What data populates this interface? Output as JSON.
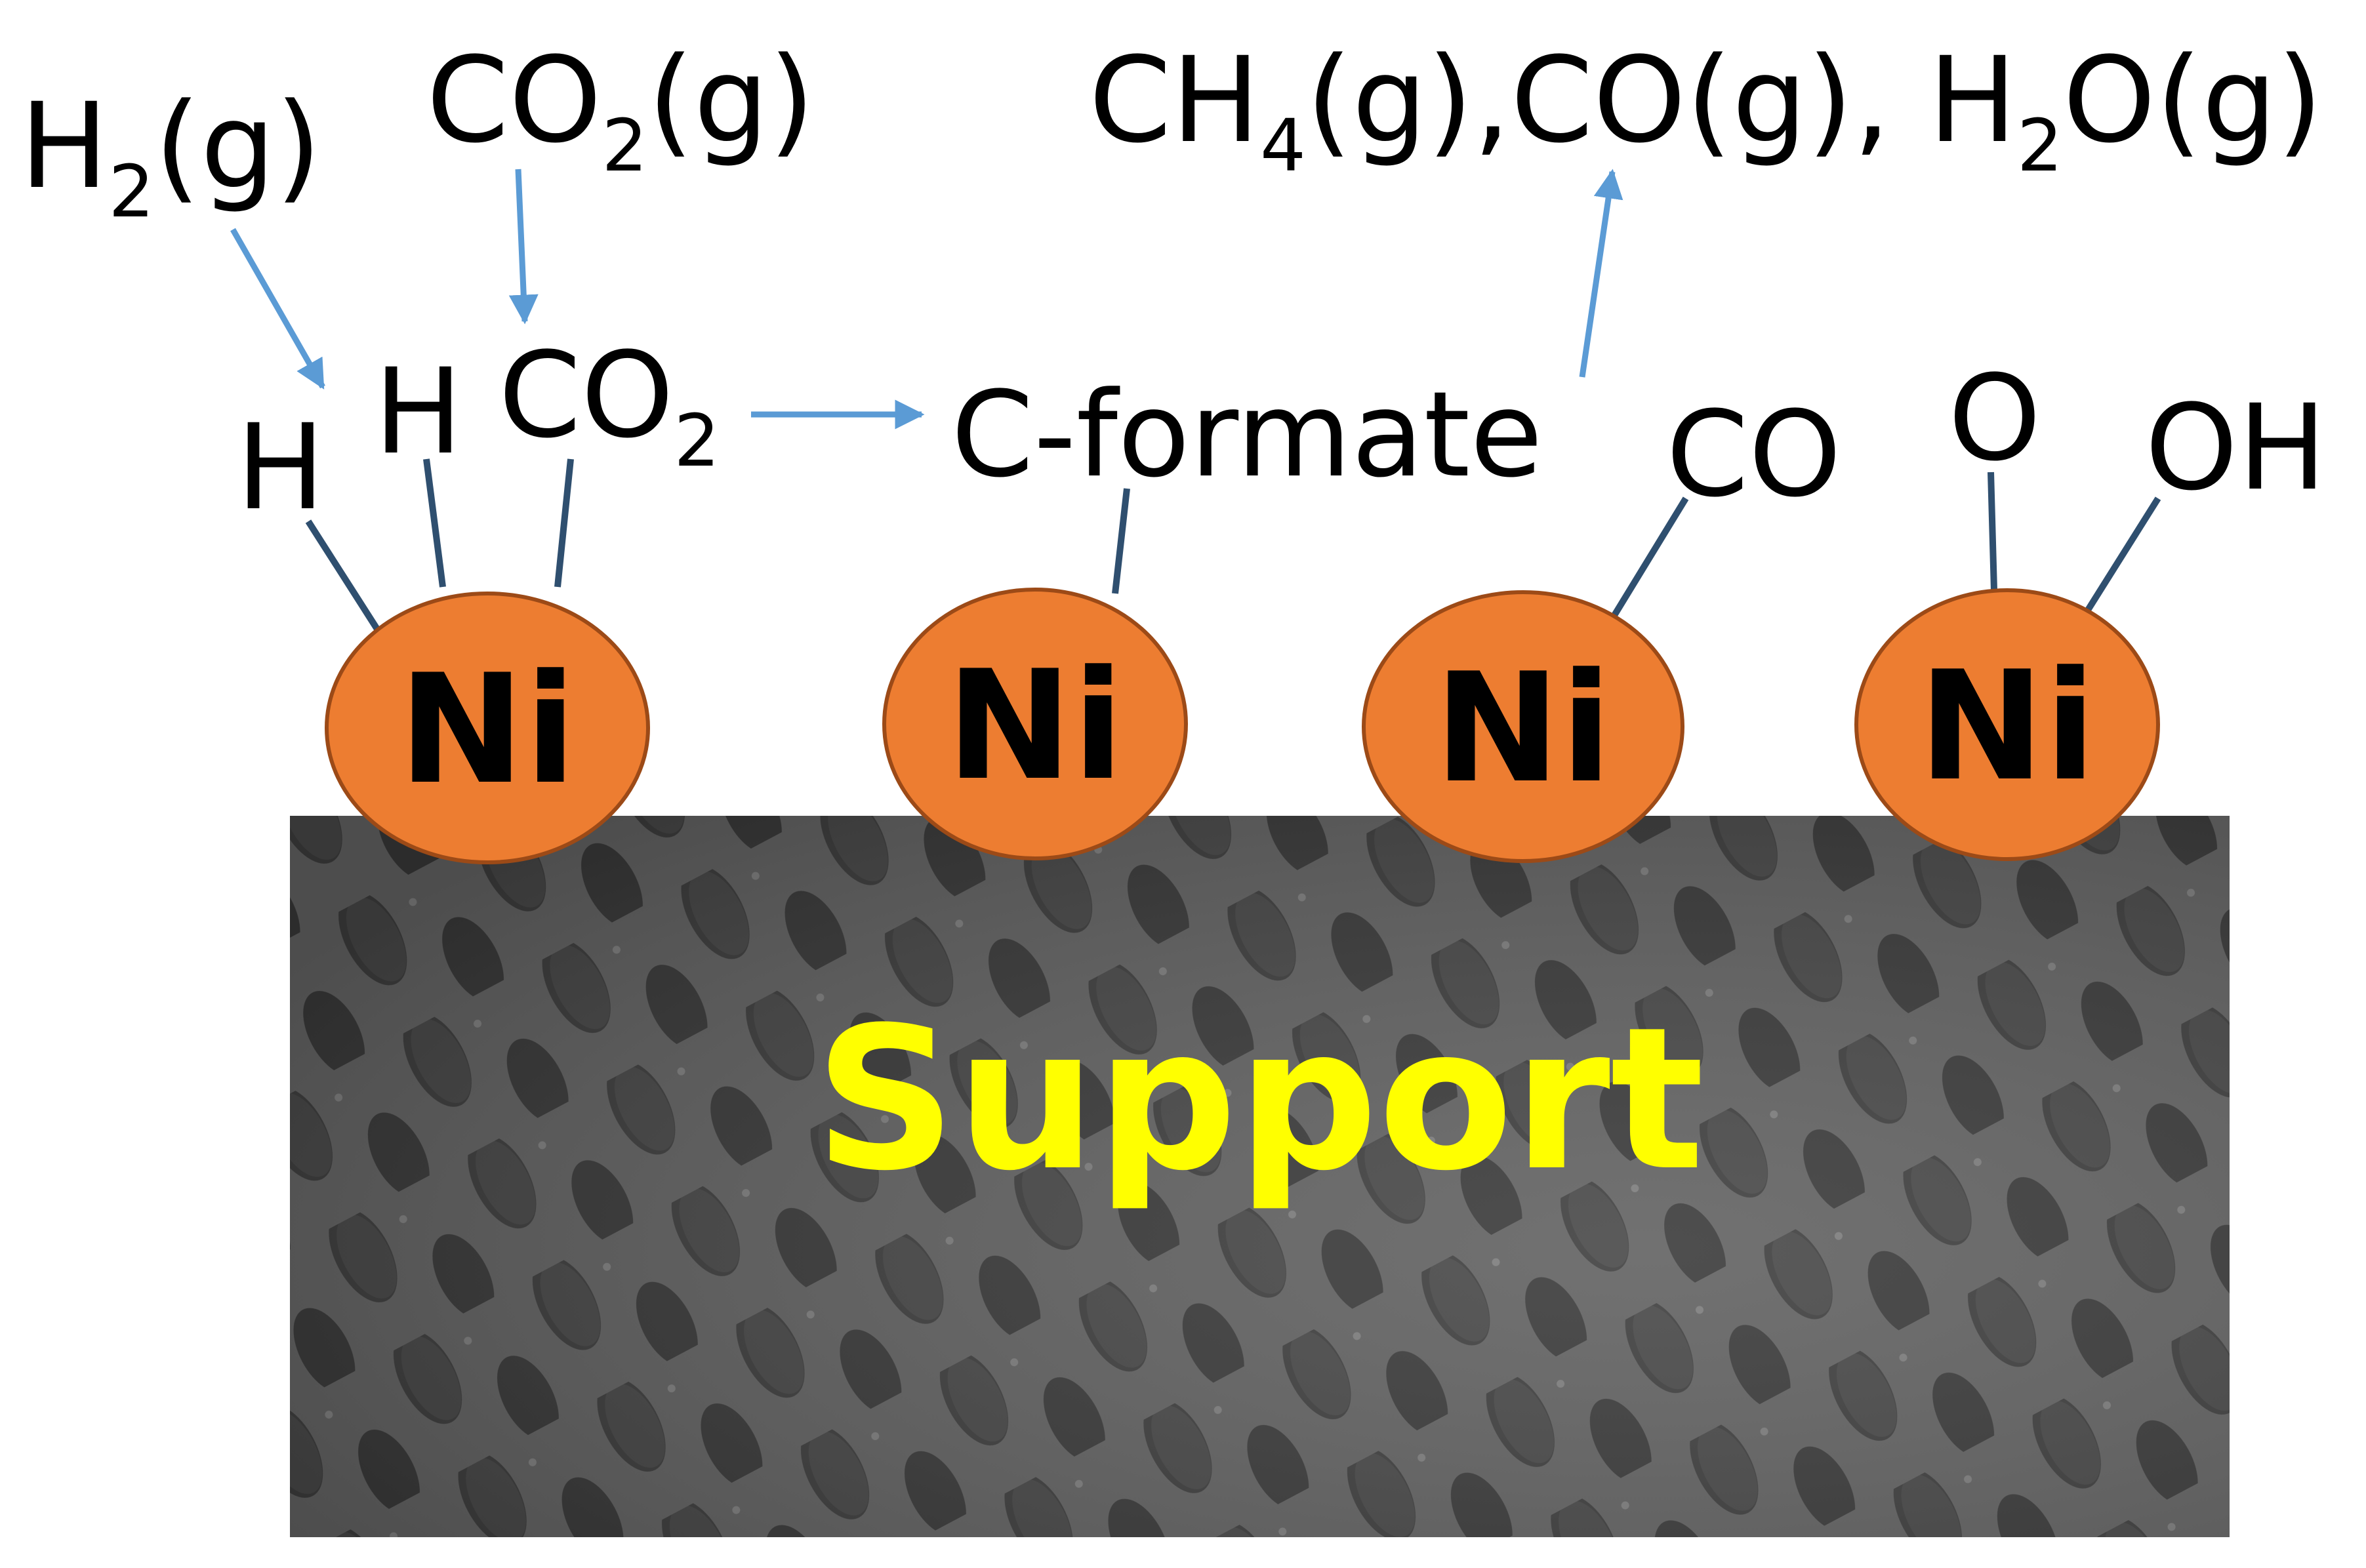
{
  "colors": {
    "arrow": "#5B9BD5",
    "nickel": "#ED7D31",
    "nickel_outline": "#9C4A17",
    "support_base": "#5E5E5E",
    "support_text": "#FFFF00"
  },
  "gas_species": {
    "h2": {
      "main": "H",
      "sub": "2",
      "tail": "(g)"
    },
    "co2": {
      "main": "CO",
      "sub": "2",
      "tail": "(g)"
    },
    "products": {
      "p1_main": "CH",
      "p1_sub": "4",
      "p1_tail": "(g),CO(g), H",
      "p2_sub": "2",
      "p2_tail": "O(g)"
    }
  },
  "adsorbates": {
    "h_left": "H",
    "h_right": "H",
    "co2": {
      "main": "CO",
      "sub": "2"
    },
    "c_formate": "C-formate",
    "co": "CO",
    "o": "O",
    "oh": "OH"
  },
  "particles": [
    {
      "label": "Ni"
    },
    {
      "label": "Ni"
    },
    {
      "label": "Ni"
    },
    {
      "label": "Ni"
    }
  ],
  "support": {
    "label": "Support"
  }
}
